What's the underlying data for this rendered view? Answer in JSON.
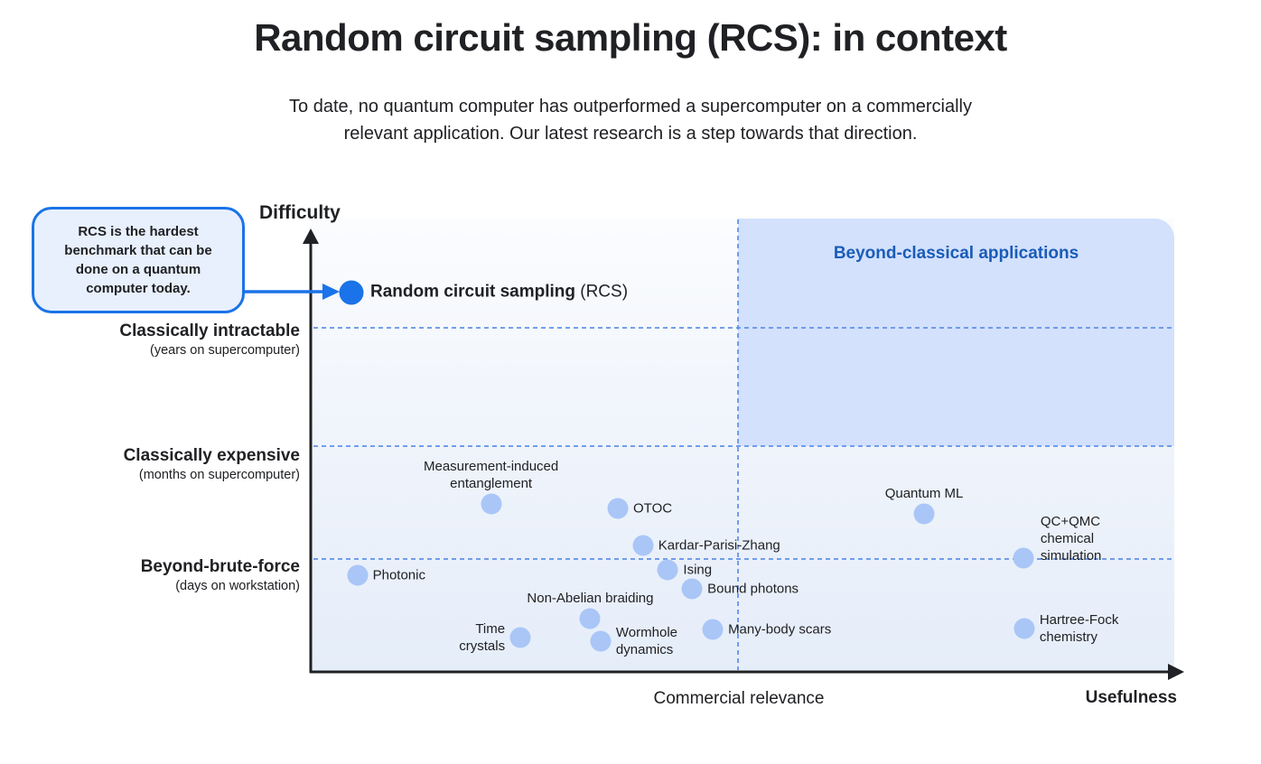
{
  "header": {
    "title": "Random circuit sampling (RCS): in context",
    "subtitle_line1": "To date, no quantum computer has outperformed a supercomputer on a commercially",
    "subtitle_line2": "relevant application. Our latest research is a step towards that direction."
  },
  "callout": {
    "text": "RCS is the hardest benchmark that can be done on a quantum computer today."
  },
  "axes": {
    "y_axis_label": "Difficulty",
    "x_axis_label": "Usefulness"
  },
  "rcs": {
    "name_bold": "Random circuit sampling",
    "name_suffix": " (RCS)"
  },
  "colors": {
    "ink": "#202124",
    "accent": "#1a73e8",
    "dot": "#a9c6f7",
    "dash": "#5c8ee6",
    "region-fill": "#d3e1fc",
    "region-text": "#1a5cb8",
    "callout-fill": "#e8f0fe"
  },
  "chart_data": {
    "type": "scatter",
    "title": "Random circuit sampling (RCS): in context",
    "xlabel": "Usefulness",
    "ylabel": "Difficulty",
    "x_range": [
      0,
      100
    ],
    "y_range": [
      0,
      100
    ],
    "grid": false,
    "y_thresholds": [
      {
        "y": 75.9,
        "label": "Classically intractable",
        "sublabel": "(years on supercomputer)"
      },
      {
        "y": 50.0,
        "label": "Classically expensive",
        "sublabel": "(months on supercomputer)"
      },
      {
        "y": 24.9,
        "label": "Beyond-brute-force",
        "sublabel": "(days on workstation)"
      }
    ],
    "x_threshold": {
      "x": 49.4,
      "label": "Commercial relevance"
    },
    "region": {
      "label": "Beyond-classical applications",
      "x_min": 49.4,
      "x_max": 100,
      "y_min": 50.0,
      "y_max": 100
    },
    "highlight_point": {
      "label": "Random circuit sampling (RCS)",
      "x": 4.6,
      "y": 83.7
    },
    "points": [
      {
        "label": "Measurement-induced\nentanglement",
        "x": 20.8,
        "y": 37.1,
        "label_pos": "above"
      },
      {
        "label": "OTOC",
        "x": 35.5,
        "y": 36.1,
        "label_pos": "right"
      },
      {
        "label": "Kardar-Parisi-Zhang",
        "x": 38.4,
        "y": 27.9,
        "label_pos": "right"
      },
      {
        "label": "Ising",
        "x": 41.3,
        "y": 22.5,
        "label_pos": "right"
      },
      {
        "label": "Bound photons",
        "x": 44.1,
        "y": 18.3,
        "label_pos": "right"
      },
      {
        "label": "Photonic",
        "x": 5.3,
        "y": 21.3,
        "label_pos": "right"
      },
      {
        "label": "Non-Abelian braiding",
        "x": 32.3,
        "y": 11.8,
        "label_pos": "above"
      },
      {
        "label": "Time\ncrystals",
        "x": 24.2,
        "y": 7.6,
        "label_pos": "left"
      },
      {
        "label": "Wormhole\ndynamics",
        "x": 33.5,
        "y": 6.8,
        "label_pos": "right"
      },
      {
        "label": "Many-body scars",
        "x": 46.5,
        "y": 9.4,
        "label_pos": "right"
      },
      {
        "label": "Quantum ML",
        "x": 71.0,
        "y": 34.9,
        "label_pos": "above"
      },
      {
        "label": "QC+QMC\nchemical\nsimulation",
        "x": 82.5,
        "y": 25.1,
        "label_pos": "right-above"
      },
      {
        "label": "Hartree-Fock\nchemistry",
        "x": 82.6,
        "y": 9.6,
        "label_pos": "right"
      }
    ]
  }
}
